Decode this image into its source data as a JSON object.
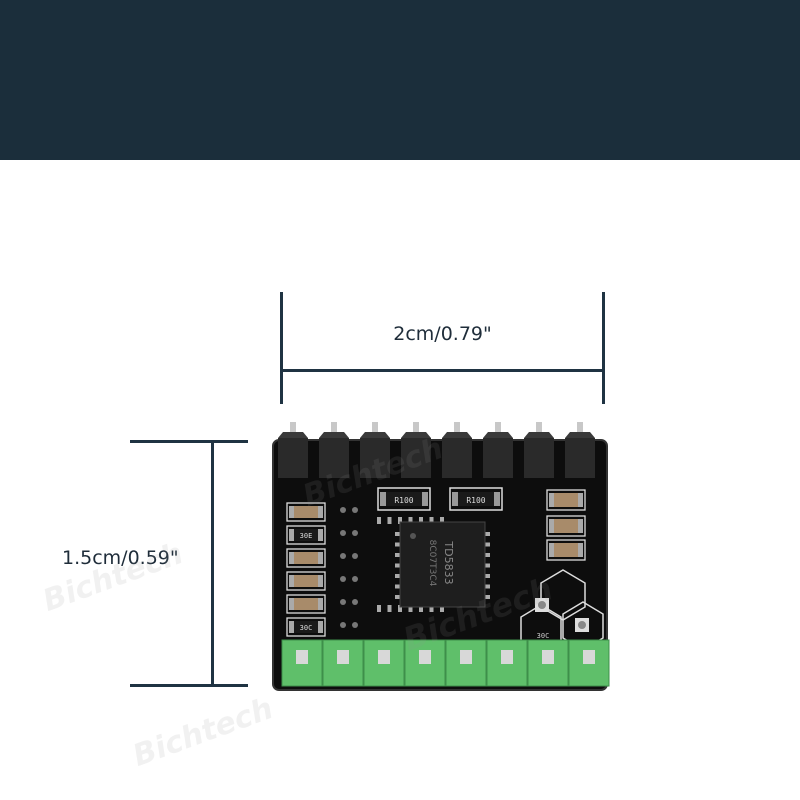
{
  "banner": {
    "color": "#1b2e3b"
  },
  "dimensions": {
    "width_label": "2cm/0.79\"",
    "height_label": "1.5cm/0.59\"",
    "line_color": "#1f3342"
  },
  "board": {
    "pcb_color": "#111111",
    "header_color": "#2a2a2a",
    "terminal_color": "#5fbf6a",
    "chip_text_line1": "TD5833",
    "chip_text_line2": "8C07T3C4",
    "resistor_labels": [
      "R100",
      "R100"
    ],
    "capacitor_labels": [
      "30E",
      "30C",
      "30C"
    ]
  },
  "watermark": {
    "text": "Bichtech"
  }
}
